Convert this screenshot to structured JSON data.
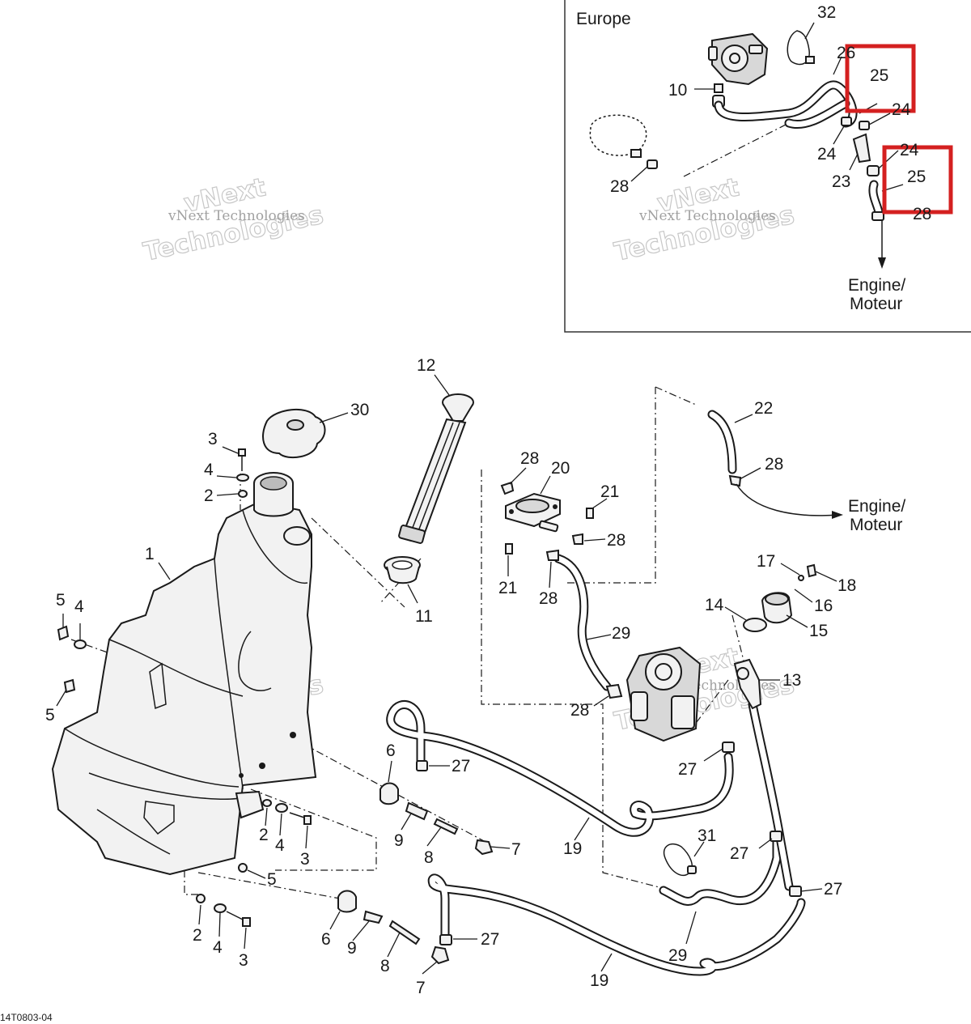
{
  "inset": {
    "title": "Europe",
    "engine_label_line1": "Engine/",
    "engine_label_line2": "Moteur",
    "callouts": [
      "32",
      "26",
      "25",
      "24",
      "10",
      "24",
      "24",
      "23",
      "25",
      "28",
      "28"
    ]
  },
  "main": {
    "engine_label_line1": "Engine/",
    "engine_label_line2": "Moteur",
    "callouts": [
      "12",
      "30",
      "3",
      "4",
      "2",
      "1",
      "5",
      "4",
      "5",
      "11",
      "22",
      "28",
      "20",
      "28",
      "21",
      "28",
      "21",
      "28",
      "17",
      "18",
      "16",
      "14",
      "15",
      "29",
      "13",
      "28",
      "6",
      "27",
      "27",
      "9",
      "8",
      "7",
      "19",
      "2",
      "4",
      "3",
      "5",
      "27",
      "31",
      "2",
      "4",
      "3",
      "6",
      "9",
      "8",
      "7",
      "27",
      "29",
      "27",
      "19"
    ]
  },
  "watermark": {
    "line1": "vNext Technologies",
    "line2": "vNext",
    "line3": "Technologies"
  },
  "highlight_color": "#d42020",
  "doc_ref": "14T0803-04"
}
